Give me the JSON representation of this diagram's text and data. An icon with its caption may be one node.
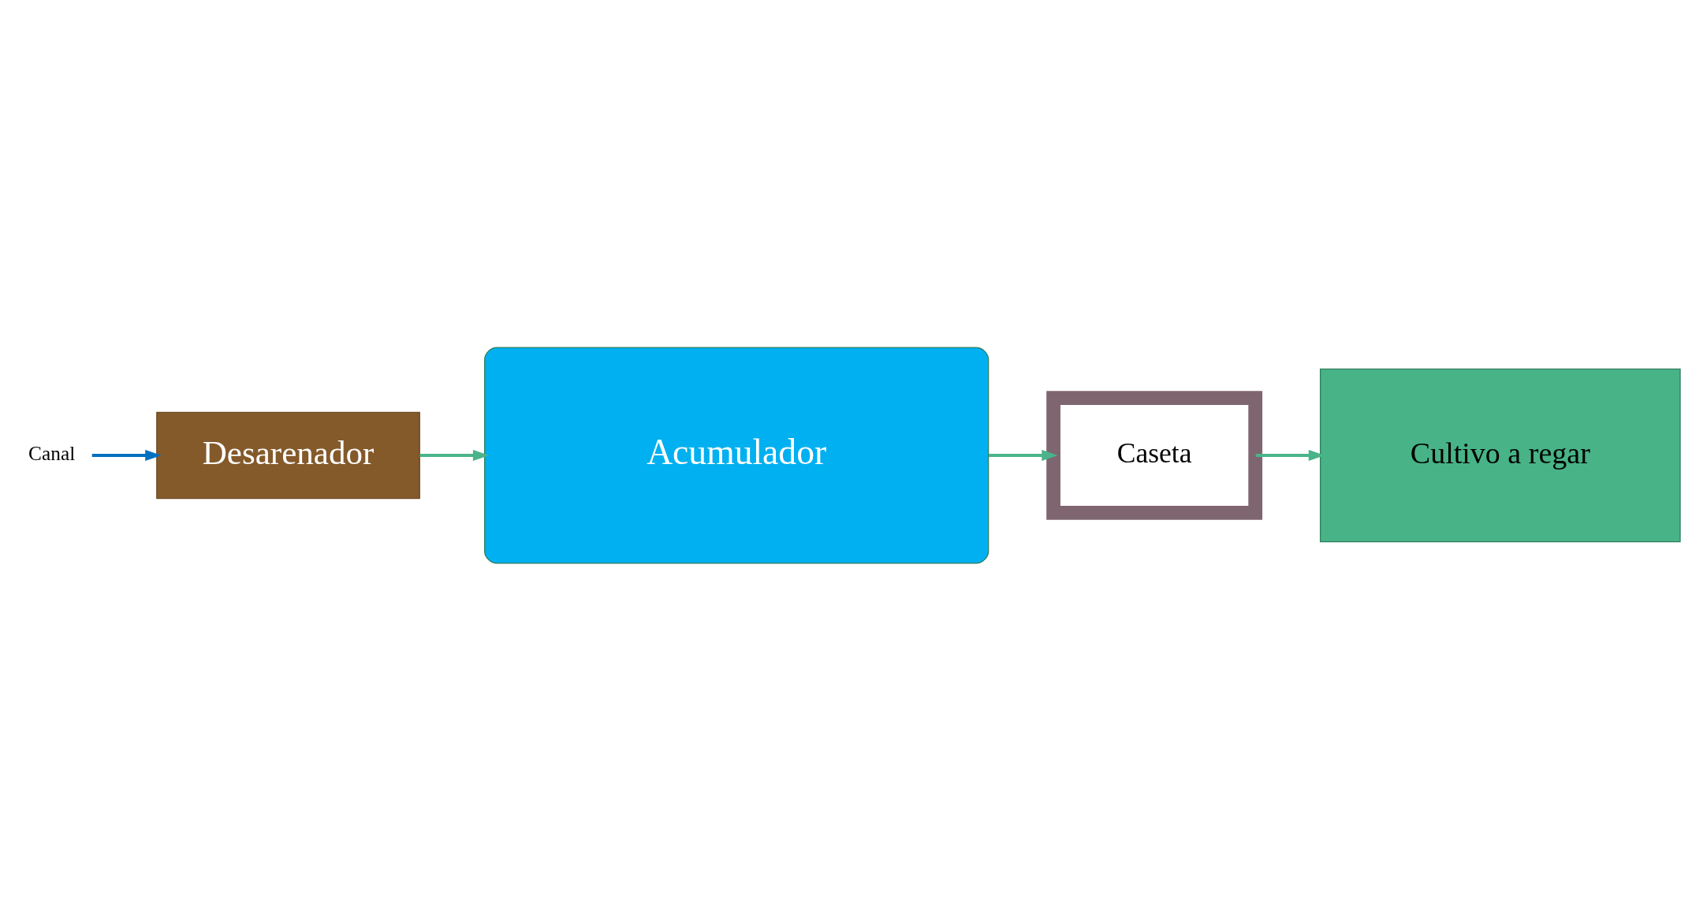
{
  "diagram": {
    "nodes": [
      {
        "text": [
          "Canal"
        ]
      },
      {
        "text": [
          "Desarenador"
        ]
      },
      {
        "text": [
          "Cultivo a regar"
        ]
      },
      {
        "text": [
          "Caseta"
        ]
      },
      {
        "text": [
          "Acumulador"
        ]
      }
    ],
    "edges": [
      {
        "from": 0,
        "to": 1,
        "arrow": "to",
        "color": "#0070c0"
      },
      {
        "from": 1,
        "to": 4,
        "arrow": "to"
      },
      {
        "from": 4,
        "to": 3,
        "arrow": "to"
      },
      {
        "from": 3,
        "to": 2,
        "arrow": "to"
      }
    ]
  }
}
